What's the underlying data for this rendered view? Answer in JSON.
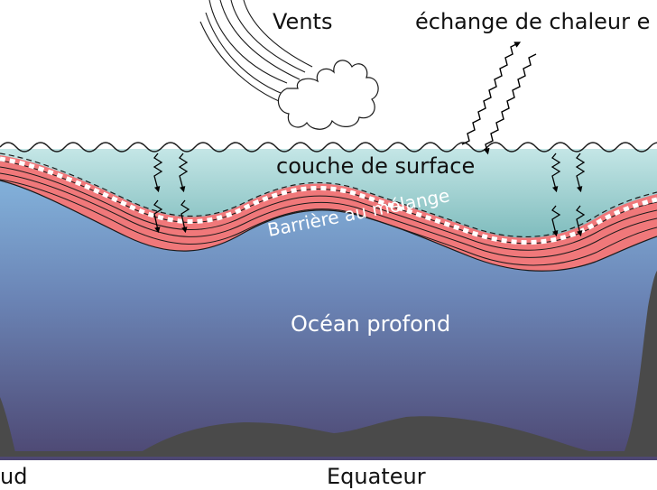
{
  "labels": {
    "winds": "Vents",
    "heat_exchange": "échange de chaleur e",
    "surface_layer": "couche de surface",
    "mixing_barrier": "Barrière au mélange",
    "deep_ocean": "Océan profond",
    "south": "ud",
    "equator": "Equateur"
  },
  "colors": {
    "surface_water": "#a9dada",
    "barrier": "#f0787a",
    "deep_top": "#86b8e0",
    "deep_bottom": "#4d4772",
    "seafloor": "#4a4a4a"
  }
}
